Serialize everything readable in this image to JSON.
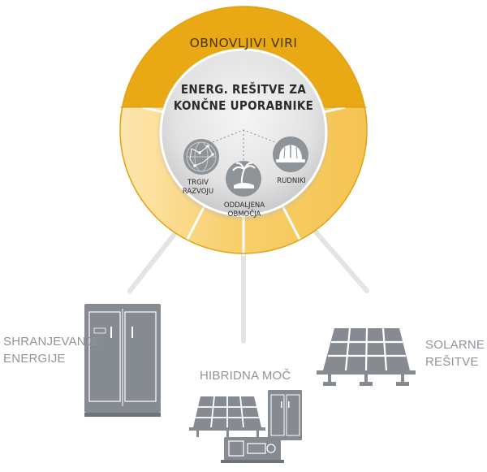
{
  "ring": {
    "top_label": "OBNOVLJIVI VIRI",
    "colors": {
      "top_dark": "#e9a914",
      "lower": "#f7c95a",
      "lower_light": "#fde7b0",
      "inner": "#dedede"
    }
  },
  "center": {
    "title_line1": "ENERG. REŠITVE ZA",
    "title_line2": "KONČNE UPORABNIKE",
    "items": [
      {
        "line1": "TRGIV",
        "line2": "RAZVOJU",
        "icon": "globe-network-icon"
      },
      {
        "line1": "ODDALJENA",
        "line2": "OBMOČJA",
        "icon": "palm-island-icon"
      },
      {
        "line1": "RUDNIKI",
        "line2": "",
        "icon": "hard-hat-icon"
      }
    ]
  },
  "solutions": [
    {
      "line1": "SHRANJEVANJE",
      "line2": "ENERGIJE",
      "icon": "battery-cabinet-icon"
    },
    {
      "line1": "HIBRIDNA MOČ",
      "line2": "",
      "icon": "hybrid-power-icon"
    },
    {
      "line1": "SOLARNE",
      "line2": "REŠITVE",
      "icon": "solar-panel-icon"
    }
  ],
  "palette": {
    "icon_gray": "#868b91",
    "connector": "#e4e4e4"
  }
}
